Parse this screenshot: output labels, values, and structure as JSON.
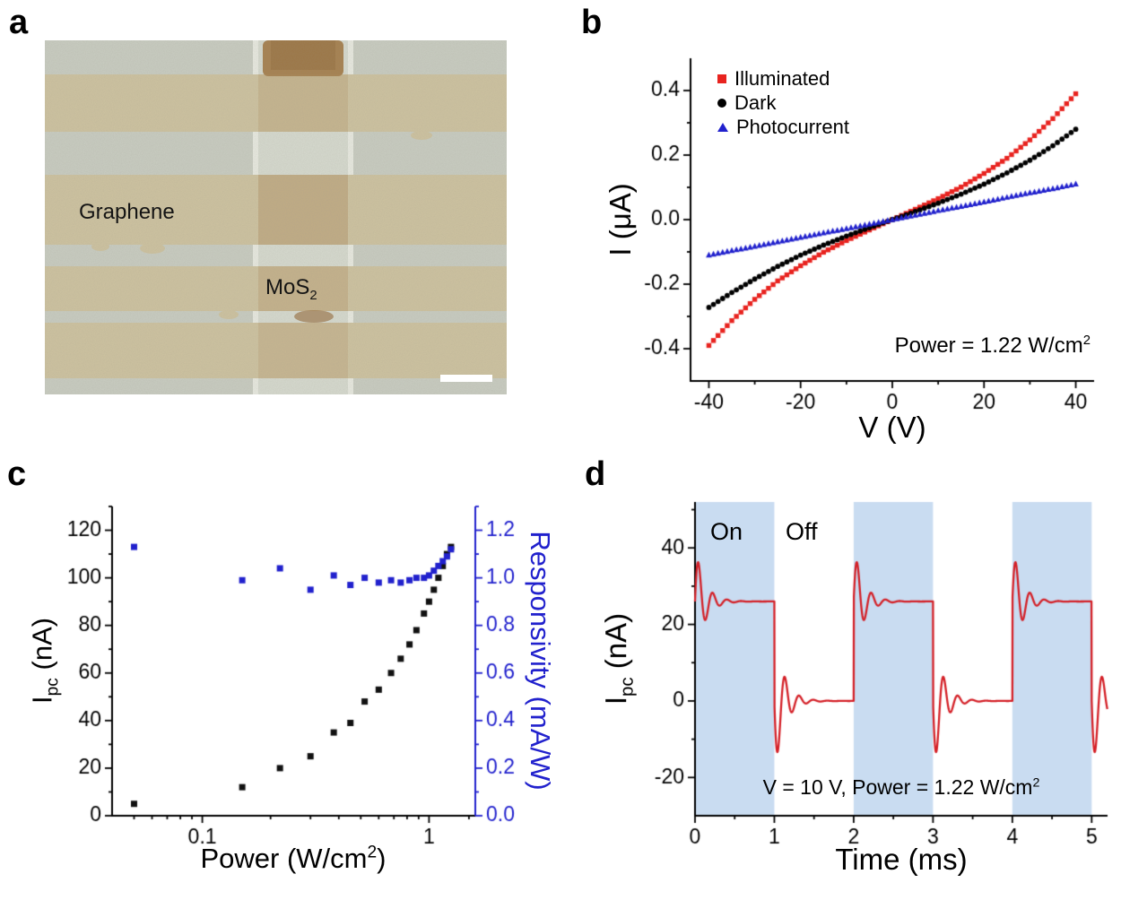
{
  "figure": {
    "background": "#ffffff",
    "panels": {
      "a": {
        "letter": "a",
        "micrograph": {
          "graphene_label": "Graphene",
          "mos2_label_main": "MoS",
          "mos2_label_sub": "2",
          "background_color": "#c9cdc2",
          "graphene_strip_color": "#cec3a0",
          "mos2_strip_color": "#d7dbd0",
          "contact_patch_color": "#a6804e",
          "scale_bar_color": "#ffffff"
        }
      },
      "b": {
        "letter": "b"
      },
      "c": {
        "letter": "c"
      },
      "d": {
        "letter": "d"
      }
    }
  },
  "chart_data": [
    {
      "panel": "b",
      "type": "scatter",
      "xlabel": "V (V)",
      "ylabel": "I (μA)",
      "xlim": [
        -44,
        44
      ],
      "ylim": [
        -0.5,
        0.5
      ],
      "xticks": [
        -40,
        -20,
        0,
        20,
        40
      ],
      "yticks": [
        -0.4,
        -0.2,
        0,
        0.2,
        0.4
      ],
      "x_minor_step": 10,
      "annotation_pre": "Power = 1.22 W/cm",
      "annotation_sup": "2",
      "x": [
        -40,
        -35,
        -30,
        -25,
        -20,
        -15,
        -10,
        -5,
        0,
        5,
        10,
        15,
        20,
        25,
        30,
        35,
        40
      ],
      "series": [
        {
          "name": "Illuminated",
          "color": "#e8231f",
          "marker": "square",
          "values": [
            -0.39,
            -0.313,
            -0.247,
            -0.19,
            -0.143,
            -0.101,
            -0.065,
            -0.032,
            0,
            0.032,
            0.065,
            0.101,
            0.143,
            0.19,
            0.247,
            0.313,
            0.39
          ]
        },
        {
          "name": "Dark",
          "color": "#000000",
          "marker": "circle",
          "values": [
            -0.272,
            -0.226,
            -0.184,
            -0.145,
            -0.11,
            -0.079,
            -0.051,
            -0.025,
            0,
            0.025,
            0.051,
            0.079,
            0.11,
            0.145,
            0.184,
            0.229,
            0.28
          ]
        },
        {
          "name": "Photocurrent",
          "color": "#2121cd",
          "marker": "triangle",
          "values": [
            -0.11,
            -0.096,
            -0.083,
            -0.069,
            -0.055,
            -0.041,
            -0.028,
            -0.014,
            0,
            0.014,
            0.028,
            0.041,
            0.055,
            0.069,
            0.083,
            0.096,
            0.11
          ]
        }
      ],
      "legend_position": "top-left",
      "grid": false
    },
    {
      "panel": "c",
      "type": "scatter",
      "x_scale": "log",
      "xlabel_pre": "Power (W/cm",
      "xlabel_sup": "2",
      "xlabel_post": ")",
      "ylabel_left_pre": "I",
      "ylabel_left_sub": "pc",
      "ylabel_left_post": " (nA)",
      "ylabel_right": "Responsivity (mA/W)",
      "right_axis_color": "#2121cd",
      "xlim": [
        0.04,
        1.6
      ],
      "ylim_left": [
        0,
        130
      ],
      "ylim_right": [
        0,
        1.3
      ],
      "xticks": [
        0.1,
        1
      ],
      "xtick_labels": [
        "0.1",
        "1"
      ],
      "yticks_left": [
        0,
        20,
        40,
        60,
        80,
        100,
        120
      ],
      "yticks_right": [
        0,
        0.2,
        0.4,
        0.6,
        0.8,
        1,
        1.2
      ],
      "x_minors": [
        0.05,
        0.06,
        0.07,
        0.08,
        0.09,
        0.2,
        0.3,
        0.4,
        0.5,
        0.6,
        0.7,
        0.8,
        0.9,
        1.5
      ],
      "series": [
        {
          "name": "Ipc",
          "axis": "left",
          "color": "#111111",
          "marker": "square",
          "x": [
            0.05,
            0.15,
            0.22,
            0.3,
            0.38,
            0.45,
            0.52,
            0.6,
            0.68,
            0.75,
            0.82,
            0.88,
            0.95,
            1.0,
            1.05,
            1.1,
            1.15,
            1.2,
            1.25
          ],
          "y": [
            5,
            12,
            20,
            25,
            35,
            39,
            48,
            53,
            60,
            66,
            72,
            78,
            85,
            90,
            95,
            100,
            105,
            110,
            113
          ]
        },
        {
          "name": "Responsivity",
          "axis": "right",
          "color": "#2121cd",
          "marker": "square",
          "x": [
            0.05,
            0.15,
            0.22,
            0.3,
            0.38,
            0.45,
            0.52,
            0.6,
            0.68,
            0.75,
            0.82,
            0.88,
            0.95,
            1.0,
            1.05,
            1.1,
            1.15,
            1.2,
            1.25
          ],
          "y": [
            1.13,
            0.99,
            1.04,
            0.95,
            1.01,
            0.97,
            1.0,
            0.98,
            0.99,
            0.98,
            0.99,
            1.0,
            1.0,
            1.01,
            1.03,
            1.05,
            1.07,
            1.09,
            1.12
          ]
        }
      ],
      "grid": false
    },
    {
      "panel": "d",
      "type": "line",
      "xlabel": "Time (ms)",
      "ylabel_pre": "I",
      "ylabel_sub": "pc",
      "ylabel_post": " (nA)",
      "xlim": [
        0,
        5.2
      ],
      "ylim": [
        -30,
        52
      ],
      "xticks": [
        0,
        1,
        2,
        3,
        4,
        5
      ],
      "yticks": [
        -20,
        0,
        20,
        40
      ],
      "x_minor_step": 0.5,
      "y_minor_step": 10,
      "on_label": "On",
      "off_label": "Off",
      "annotation_pre": "V = 10 V, Power = 1.22 W/cm",
      "annotation_sup": "2",
      "shade_color": "#c9dcf1",
      "shaded_regions": [
        [
          0,
          1
        ],
        [
          2,
          3
        ],
        [
          4,
          5
        ]
      ],
      "line_color": "#d42128",
      "waveform": {
        "high_nA": 26,
        "low_nA": 0,
        "period_ms": 2,
        "on_fraction": 0.5,
        "overshoot_peak_nA": 36,
        "undershoot_min_nA": -13,
        "ring_period_ms": 0.18,
        "ring_decay_ms": 0.12
      },
      "grid": false
    }
  ]
}
